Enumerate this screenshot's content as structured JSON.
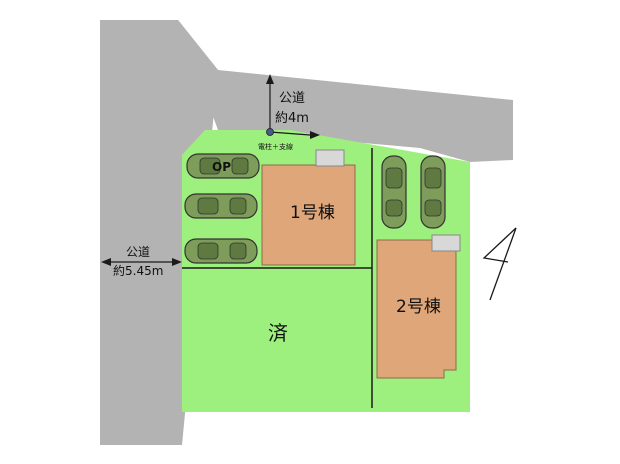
{
  "roads": {
    "north": {
      "label": "公道",
      "width": "約4m"
    },
    "west": {
      "label": "公道",
      "width": "約5.45m"
    }
  },
  "pole_note": "電柱＋支線",
  "lots": {
    "lot1": {
      "label": "1号棟"
    },
    "lot2": {
      "label": "2号棟"
    },
    "sold": {
      "label": "済"
    }
  },
  "parking_option": "OP",
  "colors": {
    "road": "#b3b3b3",
    "site": "#9ef07e",
    "building": "#dea679",
    "car": "#7e9c5a",
    "line": "#1a1a1a"
  },
  "icons": [
    "north-arrow-icon",
    "utility-pole-icon",
    "car-icon"
  ]
}
